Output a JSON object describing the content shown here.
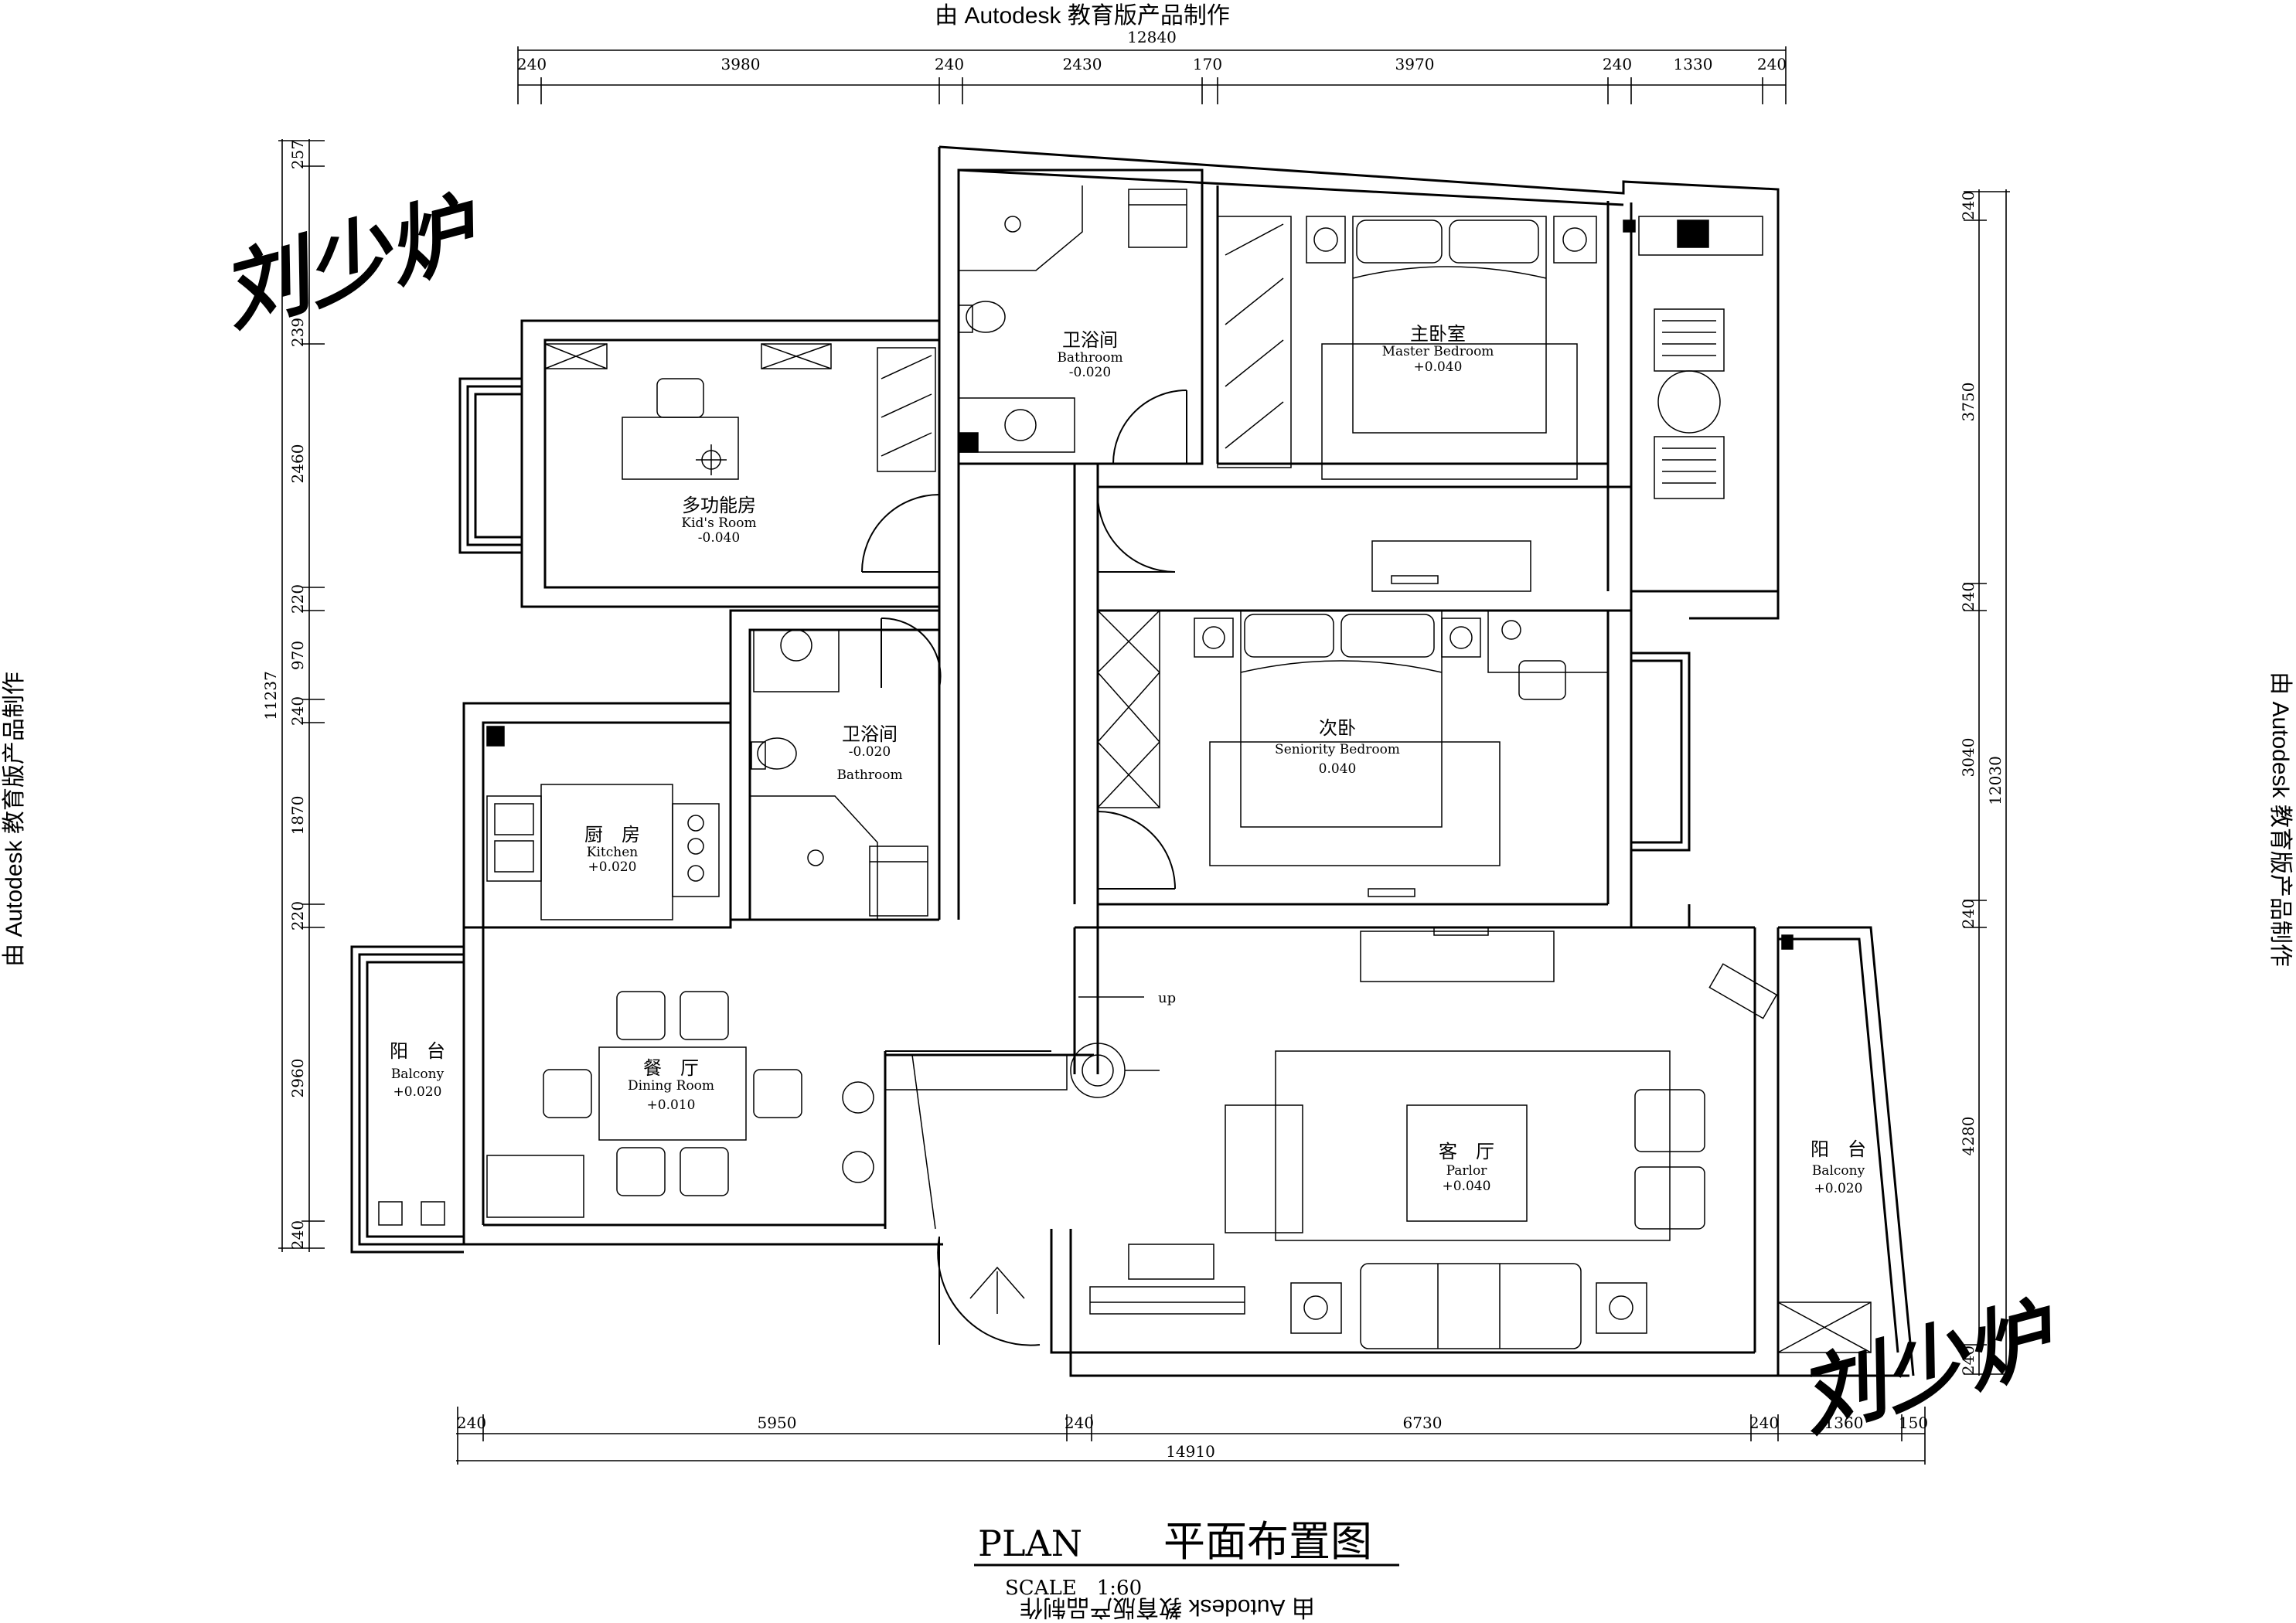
{
  "watermark": {
    "text": "由 Autodesk 教育版产品制作"
  },
  "signature": {
    "text": "刘少炉"
  },
  "dimensions": {
    "top_total": "12840",
    "top": [
      "240",
      "3980",
      "240",
      "2430",
      "170",
      "3970",
      "240",
      "1330",
      "240"
    ],
    "bottom_total": "14910",
    "bottom": [
      "240",
      "5950",
      "240",
      "6730",
      "240",
      "1360",
      "150"
    ],
    "left_total": "11237",
    "left": [
      "257",
      "239",
      "2460",
      "220",
      "970",
      "240",
      "1870",
      "220",
      "2960",
      "240"
    ],
    "right_total": "12030",
    "right": [
      "240",
      "3750",
      "240",
      "3040",
      "240",
      "4280",
      "240"
    ]
  },
  "rooms": {
    "bath1": {
      "zh": "卫浴间",
      "en": "Bathroom",
      "level": "-0.020"
    },
    "master": {
      "zh": "主卧室",
      "en": "Master Bedroom",
      "level": "+0.040"
    },
    "kids": {
      "zh": "多功能房",
      "en": "Kid's Room",
      "level": "-0.040"
    },
    "bath2": {
      "zh": "卫浴间",
      "en": "Bathroom",
      "level": "-0.020"
    },
    "kitchen": {
      "zh": "厨　房",
      "en": "Kitchen",
      "level": "+0.020"
    },
    "second": {
      "zh": "次卧",
      "en": "Seniority Bedroom",
      "level": "0.040"
    },
    "dining": {
      "zh": "餐　厅",
      "en": "Dining Room",
      "level": "+0.010"
    },
    "balcony_left": {
      "zh": "阳　台",
      "en": "Balcony",
      "level": "+0.020"
    },
    "parlor": {
      "zh": "客　厅",
      "en": "Parlor",
      "level": "+0.040"
    },
    "balcony_right": {
      "zh": "阳　台",
      "en": "Balcony",
      "level": "+0.020"
    }
  },
  "stair_label": "up",
  "title": {
    "en": "PLAN",
    "zh": "平面布置图",
    "scale": "SCALE　1:60"
  }
}
